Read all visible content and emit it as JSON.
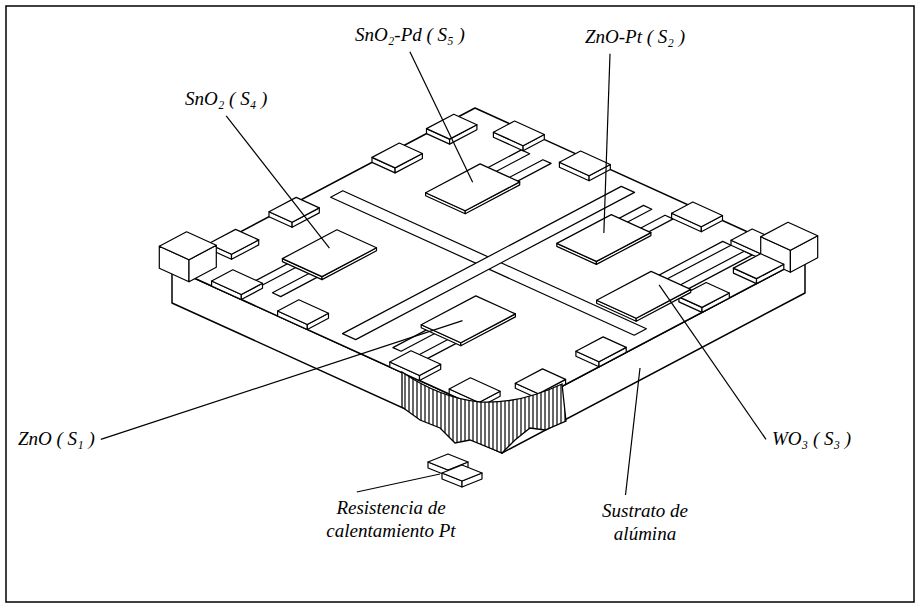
{
  "diagram": {
    "labels": [
      "SnO₂-Pd ( S₅ )",
      "ZnO-Pt ( S₂ )",
      "SnO₂ ( S₄ )",
      "ZnO ( S₁ )",
      "WO₃ ( S₃ )",
      "Resistencia de calentamiento Pt",
      "Sustrato de alúmina"
    ]
  }
}
